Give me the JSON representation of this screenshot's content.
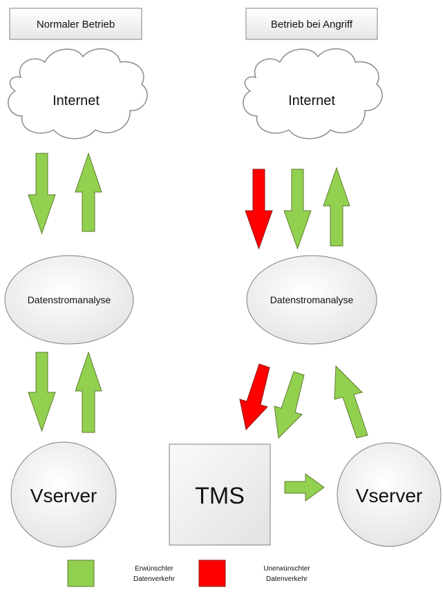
{
  "headings": {
    "normal": "Normaler Betrieb",
    "attack": "Betrieb bei Angriff"
  },
  "nodes": {
    "internet_left": "Internet",
    "internet_right": "Internet",
    "analysis_left": "Datenstromanalyse",
    "analysis_right": "Datenstromanalyse",
    "vserver_left": "Vserver",
    "vserver_right": "Vserver",
    "tms": "TMS"
  },
  "legend": {
    "wanted_line1": "Erwünschter",
    "wanted_line2": "Datenverkehr",
    "unwanted_line1": "Unerwünschter",
    "unwanted_line2": "Datenverkehr"
  },
  "colors": {
    "wanted": "#92D050",
    "unwanted": "#FF0000",
    "arrow_outline": "#5E7A2E",
    "unwanted_outline": "#8B1A1A",
    "node_fill": "#EFEFEF",
    "node_stroke": "#7F7F7F"
  }
}
